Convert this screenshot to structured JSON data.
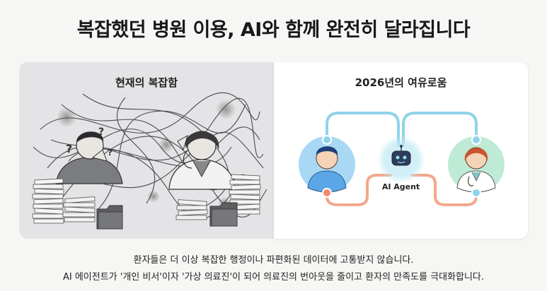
{
  "title": "복잡했던 병원 이용, AI와 함께 완전히 달라집니다",
  "left_panel": {
    "label": "현재의 복잡함"
  },
  "right_panel": {
    "label": "2026년의 여유로움",
    "agent_label": "AI Agent"
  },
  "captions": [
    "환자들은 더 이상 복잡한 행정이나 파편화된 데이터에 고통받지 않습니다.",
    "AI 에이전트가 '개인 비서'이자 '가상 의료진'이 되어 의료진의 번아웃을 줄이고 환자의 만족도를 극대화합니다."
  ],
  "colors": {
    "left_bg": "#e4e4e6",
    "right_bg": "#ffffff",
    "line_blue": "#8fd3ea",
    "line_orange": "#f2a98c",
    "patient_circle": "#a9d8f4",
    "doctor_circle": "#bfead6",
    "agent_glow": "#bfe9f3"
  },
  "icons": [
    "confused-person-icon",
    "stressed-doctor-icon",
    "paper-stack-icon",
    "folder-icon",
    "question-mark-icon",
    "patient-avatar-icon",
    "doctor-avatar-icon",
    "ai-robot-icon"
  ]
}
